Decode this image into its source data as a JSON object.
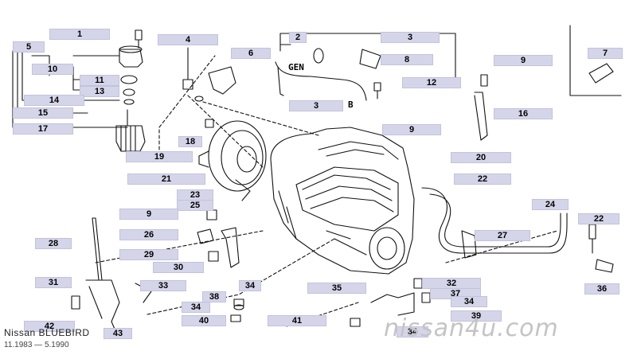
{
  "brand": {
    "title": "Nissan BLUEBIRD",
    "period": "11.1983 — 5.1990"
  },
  "watermark": "nissan4u.com",
  "markers": {
    "gen": "GEN",
    "b": "B"
  },
  "callouts": [
    "1",
    "2",
    "3",
    "4",
    "5",
    "6",
    "7",
    "8",
    "9",
    "10",
    "11",
    "12",
    "13",
    "14",
    "3",
    "15",
    "9",
    "16",
    "17",
    "18",
    "19",
    "20",
    "21",
    "22",
    "23",
    "24",
    "25",
    "9",
    "22",
    "26",
    "27",
    "28",
    "29",
    "30",
    "31",
    "33",
    "34",
    "35",
    "32",
    "37",
    "38",
    "34",
    "34",
    "40",
    "41",
    "39",
    "42",
    "43",
    "34",
    "36"
  ]
}
